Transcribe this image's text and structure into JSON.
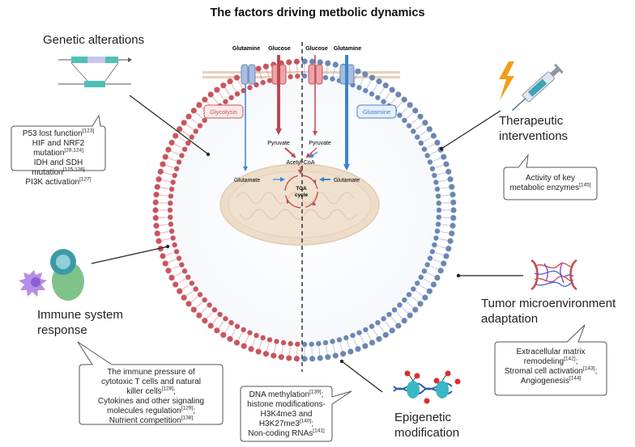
{
  "title": "The factors driving metbolic dynamics",
  "factors": {
    "genetic": "Genetic alterations",
    "therapeutic_1": "Therapeutic",
    "therapeutic_2": "interventions",
    "immune_1": "Immune system",
    "immune_2": "response",
    "tme_1": "Tumor microenvironment",
    "tme_2": "adaptation",
    "epigenetic_1": "Epigenetic",
    "epigenetic_2": "modification"
  },
  "callouts": {
    "genetic": [
      {
        "text": "P53 lost function",
        "ref": "[123]"
      },
      {
        "text": "HIF and NRF2",
        "ref": ""
      },
      {
        "text": "mutation",
        "ref": "[28,124]"
      },
      {
        "text": "IDH and SDH",
        "ref": ""
      },
      {
        "text": "mutation",
        "ref": "[125,126]"
      },
      {
        "text": "PI3K activation",
        "ref": "[127]"
      }
    ],
    "therapeutic": [
      {
        "text": "Activity of key",
        "ref": ""
      },
      {
        "text": "metabolic enzymes",
        "ref": "[145]"
      }
    ],
    "immune": [
      {
        "text": "The immune pressure of",
        "ref": ""
      },
      {
        "text": "cytotoxic T cells and natural",
        "ref": ""
      },
      {
        "text": "killer cells",
        "ref": "[128]"
      },
      {
        "text": "Cytokines and other signaling",
        "ref": ""
      },
      {
        "text": "molecules regulation",
        "ref": "[129]"
      },
      {
        "text": "Nutrient competition",
        "ref": "[138]"
      }
    ],
    "tme": [
      {
        "text": "Extracellular matrix",
        "ref": ""
      },
      {
        "text": "remodeling",
        "ref": "[142]"
      },
      {
        "text": "Stromal cell activation",
        "ref": "[143]"
      },
      {
        "text": "Angiogenesis",
        "ref": "[144]"
      }
    ],
    "epigenetic": [
      {
        "text": "DNA methylation",
        "ref": "[139]"
      },
      {
        "text": "histone modifications-",
        "ref": ""
      },
      {
        "text": "H3K4me3 and",
        "ref": ""
      },
      {
        "text": "H3K27me3",
        "ref": "[140]"
      },
      {
        "text": "Non-coding RNAs",
        "ref": "[141]"
      }
    ]
  },
  "cell": {
    "transporter_labels": [
      "Glutamine",
      "Glucose",
      "Glucose",
      "Glutamine"
    ],
    "glycolysis": "Glycolysis",
    "glutamine": "Glutamine",
    "pyruvate_left": "Pyruvate",
    "pyruvate_right": "Pyruvate",
    "acetyl_coa": "Acetyl-CoA",
    "glutamate_left": "Glutamate",
    "glutamate_right": "Glutamate",
    "tca_1": "TCA",
    "tca_2": "cycle"
  },
  "colors": {
    "red": "#c9555e",
    "blue": "#6c87b3",
    "arrow_red": "#c0474f",
    "arrow_blue": "#3a85cf",
    "mito": "#eddcc8"
  }
}
